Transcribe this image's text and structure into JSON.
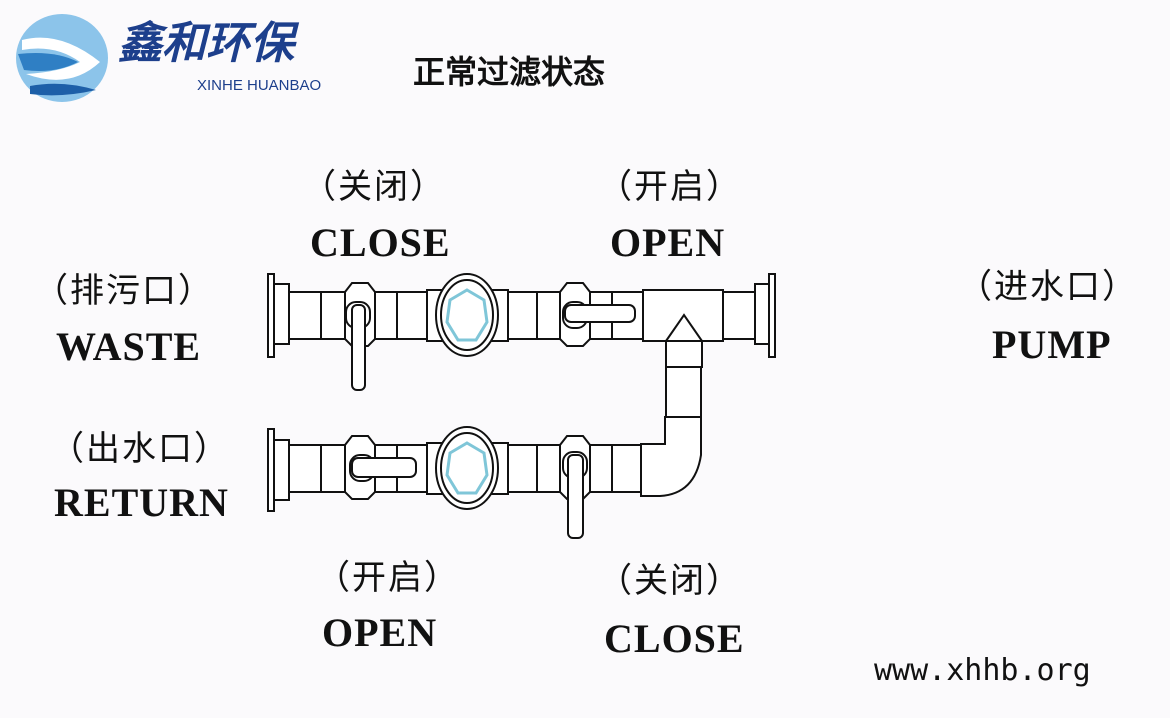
{
  "logo": {
    "brand_cn": "鑫和环保",
    "brand_en": "XINHE HUANBAO"
  },
  "title": "正常过滤状态",
  "labels": {
    "top_left_valve": {
      "cn": "（关闭）",
      "en": "CLOSE"
    },
    "top_right_valve": {
      "cn": "（开启）",
      "en": "OPEN"
    },
    "waste": {
      "cn": "（排污口）",
      "en": "WASTE"
    },
    "pump": {
      "cn": "（进水口）",
      "en": "PUMP"
    },
    "return": {
      "cn": "（出水口）",
      "en": "RETURN"
    },
    "bottom_left_valve": {
      "cn": "（开启）",
      "en": "OPEN"
    },
    "bottom_right_valve": {
      "cn": "（关闭）",
      "en": "CLOSE"
    }
  },
  "website": "www.xhhb.org",
  "colors": {
    "brand": "#1d3f8c",
    "logo_light": "#8cc4ea",
    "sight_glass": "#7fc6d8"
  }
}
